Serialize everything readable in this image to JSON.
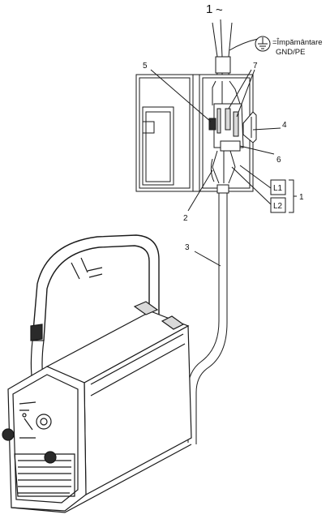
{
  "labels": {
    "supply_number": "1",
    "supply_symbol": "~",
    "earth_line1": "=Împământare",
    "earth_line2": "GND/PE",
    "callout_2": "2",
    "callout_3": "3",
    "callout_4": "4",
    "callout_5": "5",
    "callout_6": "6",
    "callout_7": "7",
    "phase_l1": "L1",
    "phase_l2": "L2",
    "group_1": "1"
  },
  "colors": {
    "stroke": "#1a1a1a",
    "fill_light": "#ffffff",
    "fill_shade": "#d9d9d9"
  }
}
